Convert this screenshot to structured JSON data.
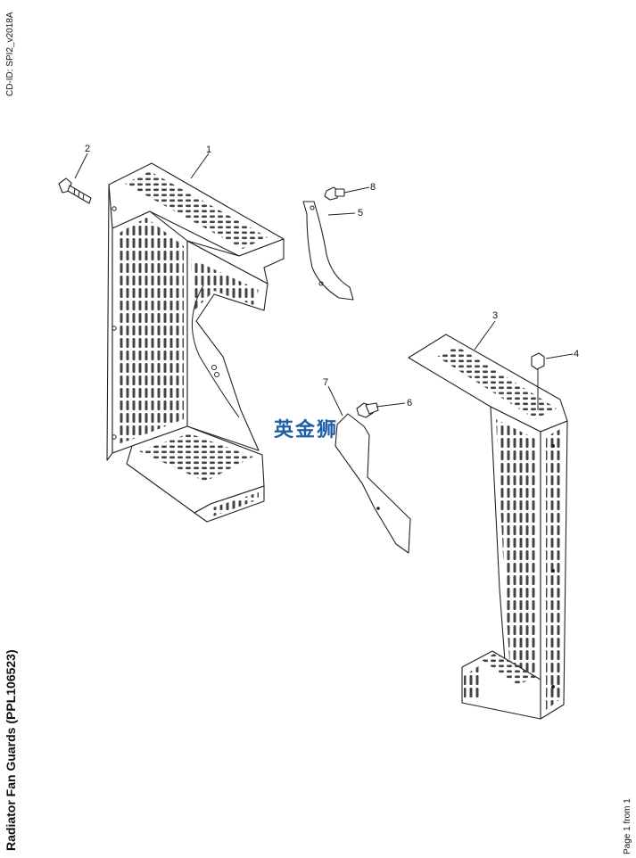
{
  "header": {
    "cd_id": "CD-ID: SPI2_v2018A"
  },
  "title": "Radiator Fan Guards (PPL106523)",
  "footer": {
    "page": "Page 1 from 1"
  },
  "watermark": "英金狮",
  "callouts": [
    "1",
    "2",
    "3",
    "4",
    "5",
    "6",
    "7",
    "8"
  ],
  "colors": {
    "watermark": "#1f5fa8",
    "line": "#222222"
  }
}
